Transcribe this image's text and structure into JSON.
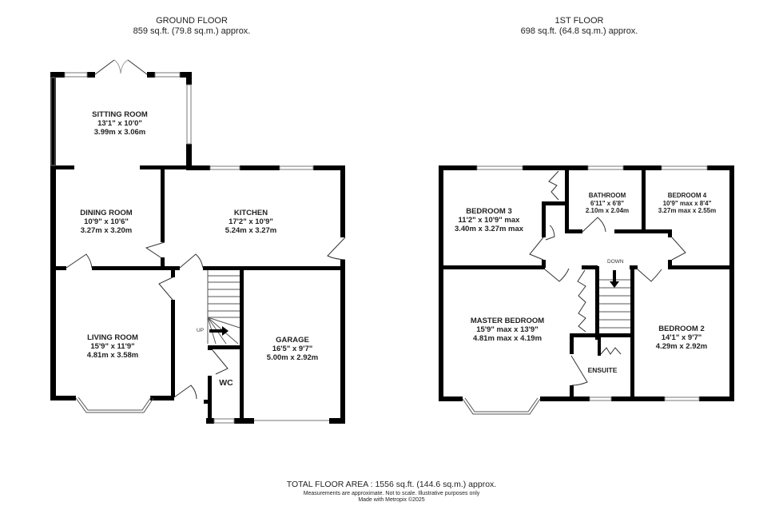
{
  "ground_floor": {
    "title": "GROUND FLOOR",
    "area": "859 sq.ft. (79.8 sq.m.) approx.",
    "rooms": [
      {
        "name": "SITTING ROOM",
        "imperial": "13'1\"  x 10'0\"",
        "metric": "3.99m  x 3.06m"
      },
      {
        "name": "DINING ROOM",
        "imperial": "10'9\"  x 10'6\"",
        "metric": "3.27m  x 3.20m"
      },
      {
        "name": "KITCHEN",
        "imperial": "17'2\"  x 10'9\"",
        "metric": "5.24m  x 3.27m"
      },
      {
        "name": "LIVING ROOM",
        "imperial": "15'9\"  x 11'9\"",
        "metric": "4.81m  x 3.58m"
      },
      {
        "name": "GARAGE",
        "imperial": "16'5\"  x 9'7\"",
        "metric": "5.00m  x 2.92m"
      },
      {
        "name": "WC"
      }
    ],
    "stairs_label": "UP"
  },
  "first_floor": {
    "title": "1ST FLOOR",
    "area": "698 sq.ft. (64.8 sq.m.) approx.",
    "rooms": [
      {
        "name": "BEDROOM 3",
        "imperial": "11'2\"  x 10'9\" max",
        "metric": "3.40m  x 3.27m max"
      },
      {
        "name": "BATHROOM",
        "imperial": "6'11\"  x 6'8\"",
        "metric": "2.10m  x 2.04m"
      },
      {
        "name": "BEDROOM 4",
        "imperial": "10'9\" max x 8'4\"",
        "metric": "3.27m max x 2.55m"
      },
      {
        "name": "MASTER BEDROOM",
        "imperial": "15'9\" max x 13'9\"",
        "metric": "4.81m max x 4.19m"
      },
      {
        "name": "BEDROOM 2",
        "imperial": "14'1\"  x 9'7\"",
        "metric": "4.29m  x 2.92m"
      },
      {
        "name": "ENSUITE"
      }
    ],
    "stairs_label": "DOWN"
  },
  "footer": {
    "total": "TOTAL FLOOR AREA : 1556 sq.ft. (144.6 sq.m.) approx.",
    "note": "Measurements are approximate.  Not to scale.  Illustrative purposes only",
    "credit": "Made with Metropix ©2025"
  }
}
